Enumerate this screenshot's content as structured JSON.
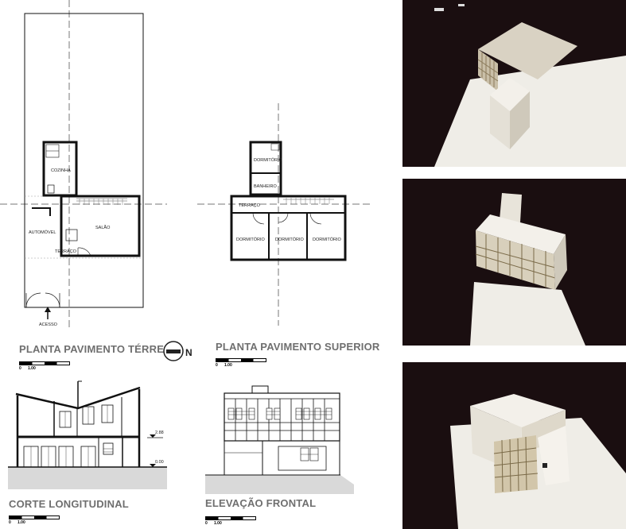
{
  "ground_plan": {
    "title": "PLANTA PAVIMENTO TÉRREO",
    "north_label": "N",
    "rooms": {
      "kitchen": "COZINHA",
      "car": "AUTOMÓVEL",
      "living": "SALÃO",
      "terrace": "TERRAÇO",
      "access": "ACESSO"
    }
  },
  "upper_plan": {
    "title": "PLANTA PAVIMENTO SUPERIOR",
    "rooms": {
      "bed_top": "DORMITÓRIO",
      "bath": "BANHEIRO",
      "terrace": "TERRAÇO",
      "bed_left": "DORMITÓRIO",
      "bed_mid": "DORMITÓRIO",
      "bed_right": "DORMITÓRIO"
    }
  },
  "section": {
    "title": "CORTE LONGITUDINAL",
    "level_upper": "2.88",
    "level_ground": "0.00"
  },
  "elevation": {
    "title": "ELEVAÇÃO FRONTAL"
  },
  "scale_bar": {
    "zero": "0",
    "unit": "1.00"
  },
  "colors": {
    "photo_background": "#1a0e10",
    "model_board": "#efede7",
    "title_gray": "#6f6f6f"
  }
}
